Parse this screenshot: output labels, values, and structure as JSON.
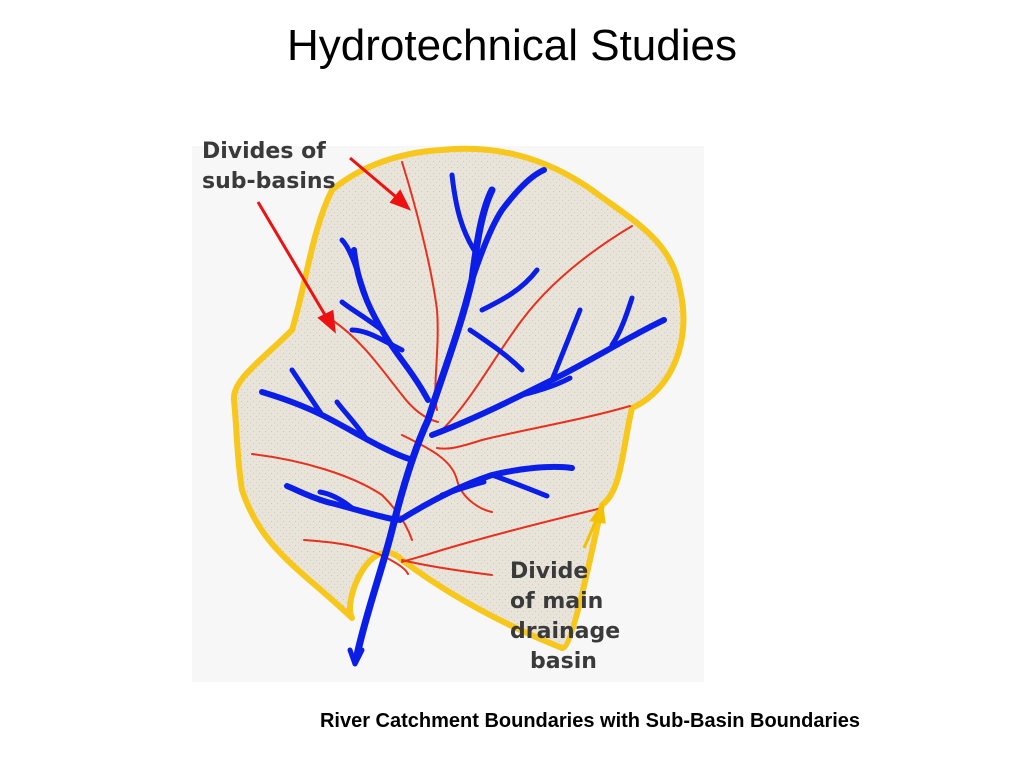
{
  "slide": {
    "title": "Hydrotechnical Studies",
    "caption": "River Catchment Boundaries with Sub-Basin Boundaries"
  },
  "diagram": {
    "labels": {
      "sub_basin_line1": "Divides of",
      "sub_basin_line2": "sub-basins",
      "main_line1": "Divide",
      "main_line2": "of main",
      "main_line3": "drainage",
      "main_line4": "basin"
    },
    "colors": {
      "basin_fill": "#e9e4da",
      "basin_outline": "#f7c71c",
      "river": "#0a1ee8",
      "sub_basin_divide": "#e8301e",
      "arrow_red": "#ee1111",
      "arrow_yellow": "#f2c200",
      "background": "#f8f8f8"
    }
  }
}
